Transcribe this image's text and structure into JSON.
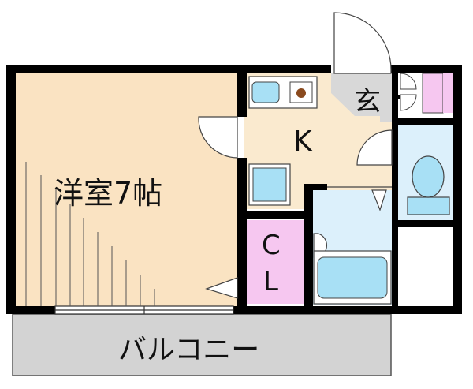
{
  "rooms": {
    "western_room": "洋室7帖",
    "kitchen": "K",
    "entrance": "玄",
    "closet": "C\nL",
    "balcony": "バルコニー"
  },
  "colors": {
    "wall": "#000000",
    "western_room": "#fae3c2",
    "kitchen": "#faeacf",
    "wet_area": "#dcf0fb",
    "fixture": "#a8e0f5",
    "closet": "#f6c7f0",
    "entrance": "#d8d8d8",
    "balcony": "#d3d3d3"
  }
}
